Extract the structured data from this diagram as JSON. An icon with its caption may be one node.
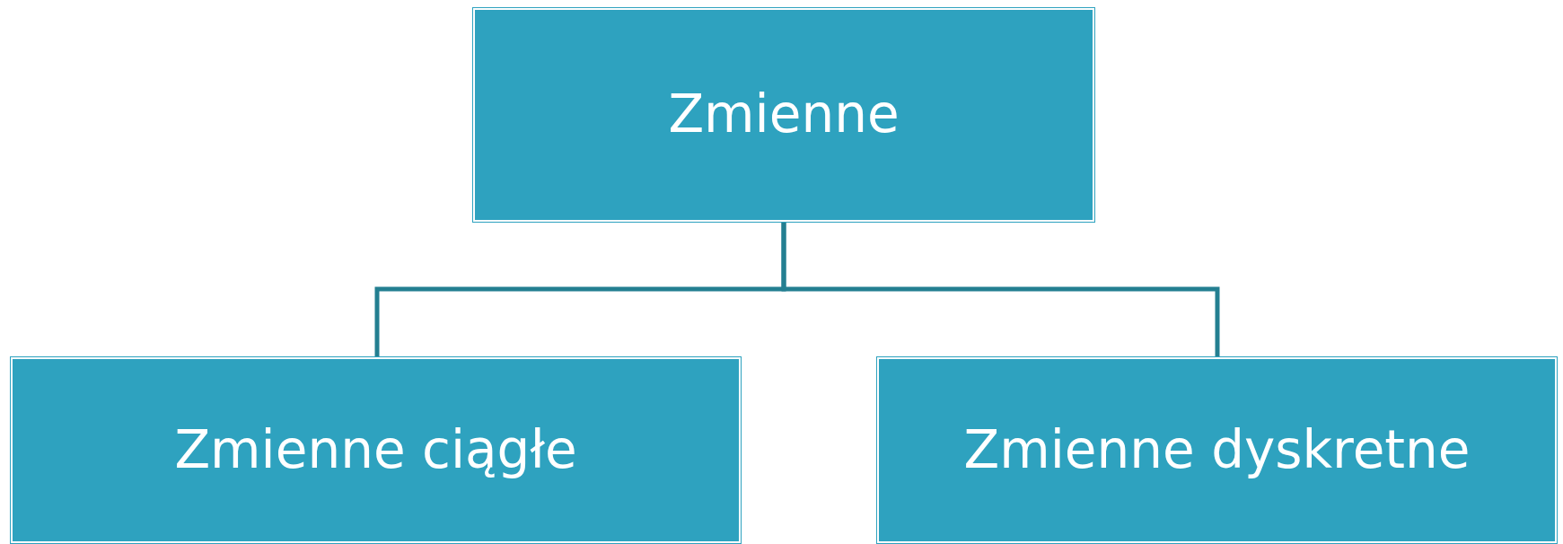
{
  "diagram": {
    "nodes": [
      {
        "text": [
          "Zmienne"
        ]
      },
      {
        "text": [
          "Zmienne ciągłe"
        ]
      },
      {
        "text": [
          "Zmienne dyskretne"
        ]
      }
    ],
    "edges": [
      {
        "from": 0,
        "to": 1,
        "arrow": "none"
      },
      {
        "from": 0,
        "to": 2,
        "arrow": "none"
      }
    ]
  }
}
